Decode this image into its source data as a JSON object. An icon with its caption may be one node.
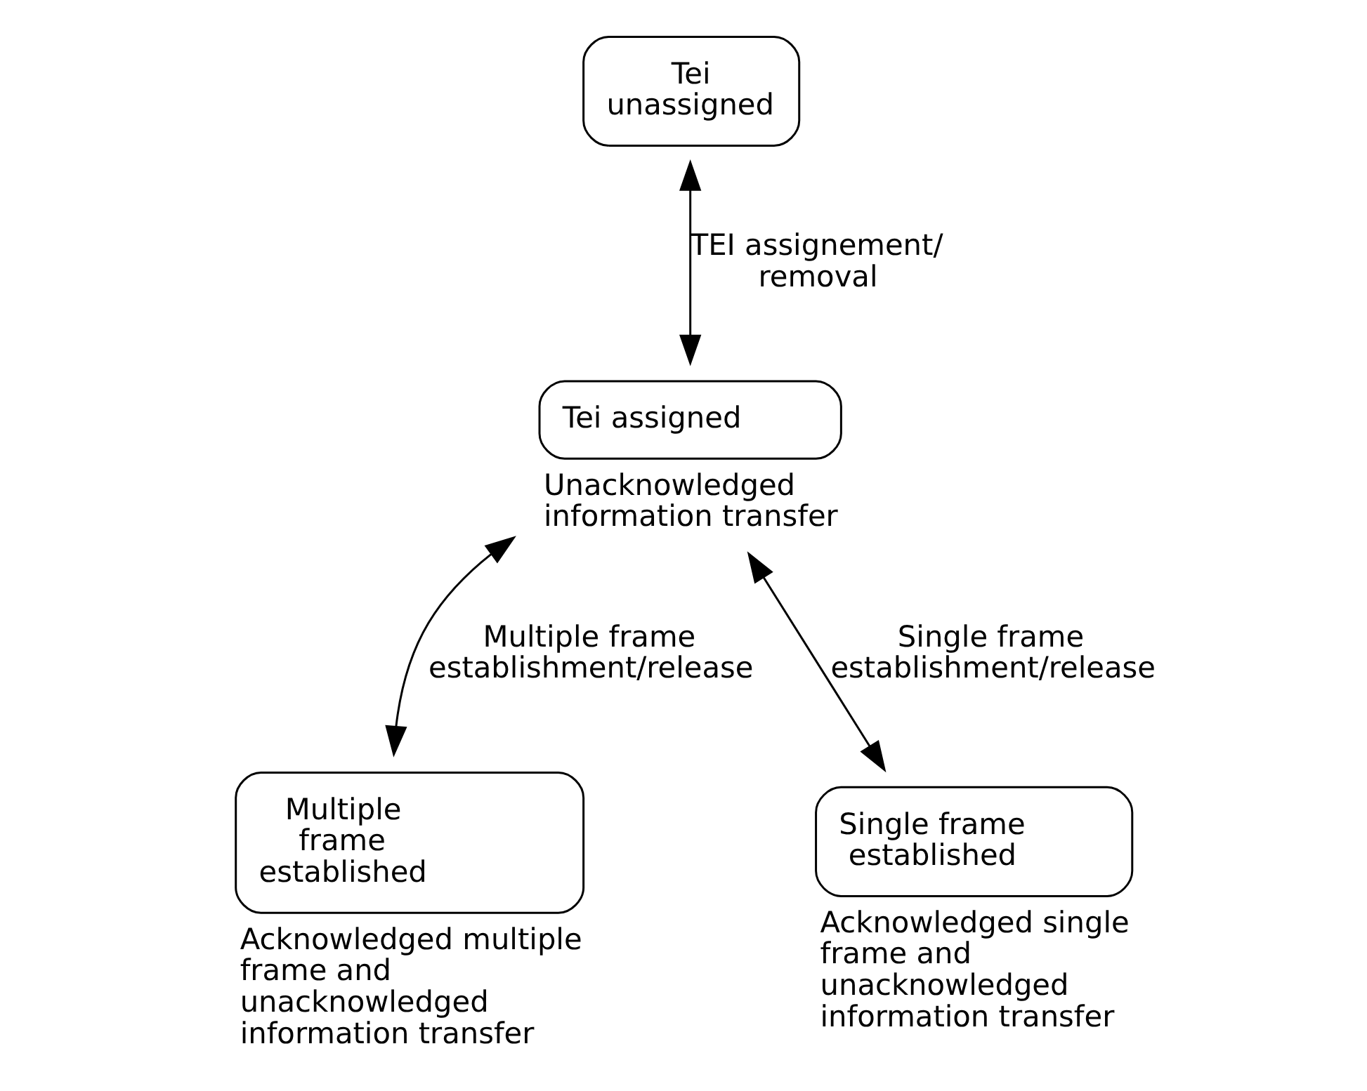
{
  "diagram": {
    "nodes": [
      {
        "text": [
          "Tei unassigned"
        ]
      },
      {
        "text": [
          "Tei assigned"
        ],
        "beside": [
          "Unacknowledged information transfer"
        ]
      },
      {
        "text": [
          "Multiple frame established"
        ],
        "beside": [
          "Acknowledged multiple frame and unacknowledged information transfer"
        ]
      },
      {
        "text": [
          "Single frame established"
        ],
        "beside": [
          "Acknowledged single frame and unacknowledged information transfer"
        ]
      }
    ],
    "edges": [
      {
        "from": 0,
        "to": 1,
        "arrow": "both",
        "label": "TEI assignement/ removal"
      },
      {
        "from": 1,
        "to": 2,
        "arrow": "both",
        "label": "Multiple frame establishment/release"
      },
      {
        "from": 1,
        "to": 3,
        "arrow": "both",
        "label": "Single frame establishment/release"
      }
    ]
  }
}
